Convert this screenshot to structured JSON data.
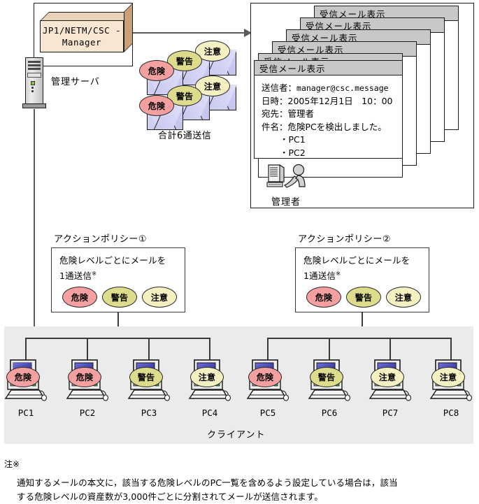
{
  "manager_box": {
    "line1": "JP1/NETM/CSC -",
    "line2": "Manager"
  },
  "server": {
    "label": "管理サーバ"
  },
  "mail_cluster": {
    "total_label": "合計6通送信",
    "badges": [
      {
        "text": "注意",
        "level": "note"
      },
      {
        "text": "警告",
        "level": "warn"
      },
      {
        "text": "危険",
        "level": "danger"
      },
      {
        "text": "注意",
        "level": "note"
      },
      {
        "text": "警告",
        "level": "warn"
      },
      {
        "text": "危険",
        "level": "danger"
      }
    ]
  },
  "mail_windows": {
    "title": "受信メール表示",
    "stack_count": 6,
    "front": {
      "from_label": "送信者：",
      "from_value": "manager@csc.message",
      "date_label": "日時：",
      "date_value": "2005年12月1日　10：00",
      "to_label": "宛先：",
      "to_value": "管理者",
      "subject_label": "件名：",
      "subject_value": "危険PCを検出しました。",
      "items": [
        "・PC1",
        "・PC2"
      ]
    }
  },
  "administrator": {
    "label": "管理者"
  },
  "policies": [
    {
      "title": "アクションポリシー①",
      "text_line1": "危険レベルごとにメールを",
      "text_line2": "1通送信",
      "mark": "※",
      "badges": [
        {
          "text": "危険",
          "level": "danger"
        },
        {
          "text": "警告",
          "level": "warn"
        },
        {
          "text": "注意",
          "level": "note"
        }
      ]
    },
    {
      "title": "アクションポリシー②",
      "text_line1": "危険レベルごとにメールを",
      "text_line2": "1通送信",
      "mark": "※",
      "badges": [
        {
          "text": "危険",
          "level": "danger"
        },
        {
          "text": "警告",
          "level": "warn"
        },
        {
          "text": "注意",
          "level": "note"
        }
      ]
    }
  ],
  "clients": {
    "region_label": "クライアント",
    "pcs": [
      {
        "name": "PC1",
        "badge": "危険",
        "level": "danger"
      },
      {
        "name": "PC2",
        "badge": "危険",
        "level": "danger"
      },
      {
        "name": "PC3",
        "badge": "警告",
        "level": "warn"
      },
      {
        "name": "PC4",
        "badge": "注意",
        "level": "note"
      },
      {
        "name": "PC5",
        "badge": "危険",
        "level": "danger"
      },
      {
        "name": "PC6",
        "badge": "警告",
        "level": "warn"
      },
      {
        "name": "PC7",
        "badge": "注意",
        "level": "note"
      },
      {
        "name": "PC8",
        "badge": "注意",
        "level": "note"
      }
    ]
  },
  "footnote": {
    "head": "注※",
    "line1": "通知するメールの本文に，該当する危険レベルのPC一覧を含めるよう設定している場合は，該当",
    "line2": "する危険レベルの資産数が3,000件ごとに分割されてメールが送信されます。"
  },
  "colors": {
    "danger": "#f4a0a0",
    "warn": "#dcdc8c",
    "note": "#f5f0c2",
    "manager_face": "#f7e6d2",
    "client_bg": "#ebebeb",
    "titlebar": "#c8c8c8",
    "line": "#5a5a5a"
  }
}
